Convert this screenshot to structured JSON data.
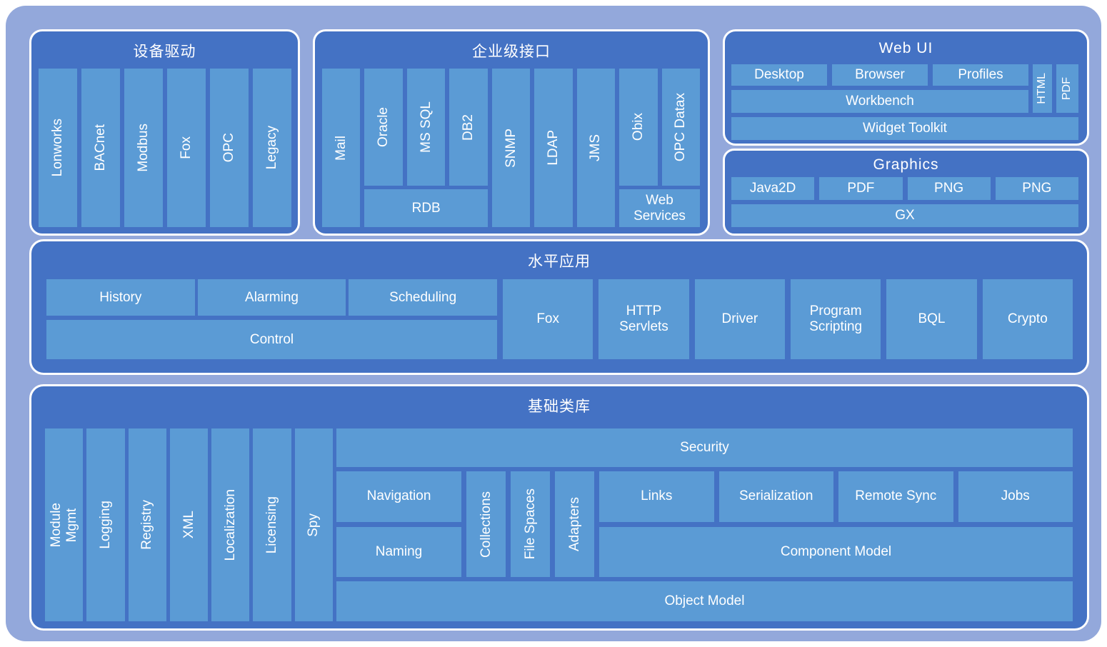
{
  "colors": {
    "page_bg": "#ffffff",
    "canvas_bg": "#93a8db",
    "panel_bg": "#4472c4",
    "box_bg": "#5b9bd5",
    "text": "#ffffff"
  },
  "device_drivers": {
    "title": "设备驱动",
    "columns": [
      "Lonworks",
      "BACnet",
      "Modbus",
      "Fox",
      "OPC",
      "Legacy"
    ]
  },
  "enterprise_interfaces": {
    "title": "企业级接口",
    "mail": "Mail",
    "db_columns": [
      "Oracle",
      "MS SQL",
      "DB2"
    ],
    "rdb": "RDB",
    "protocol_columns": [
      "SNMP",
      "LDAP",
      "JMS"
    ],
    "web_columns": [
      "Obix",
      "OPC Datax"
    ],
    "web_services": "Web\nServices"
  },
  "web_ui": {
    "title": "Web UI",
    "top_row": [
      "Desktop",
      "Browser",
      "Profiles"
    ],
    "html": "HTML",
    "pdf": "PDF",
    "workbench": "Workbench",
    "widget_toolkit": "Widget Toolkit"
  },
  "graphics": {
    "title": "Graphics",
    "row": [
      "Java2D",
      "PDF",
      "PNG",
      "PNG"
    ],
    "gx": "GX"
  },
  "horizontal_apps": {
    "title": "水平应用",
    "stack_row": [
      "History",
      "Alarming",
      "Scheduling"
    ],
    "control": "Control",
    "boxes": [
      "Fox",
      "HTTP\nServlets",
      "Driver",
      "Program\nScripting",
      "BQL",
      "Crypto"
    ]
  },
  "foundation": {
    "title": "基础类库",
    "columns": [
      "Module\nMgmt",
      "Logging",
      "Registry",
      "XML",
      "Localization",
      "Licensing",
      "Spy"
    ],
    "security": "Security",
    "navigation": "Navigation",
    "naming": "Naming",
    "mid_columns": [
      "Collections",
      "File Spaces",
      "Adapters"
    ],
    "links_row": [
      "Links",
      "Serialization",
      "Remote Sync",
      "Jobs"
    ],
    "component_model": "Component Model",
    "object_model": "Object Model"
  }
}
